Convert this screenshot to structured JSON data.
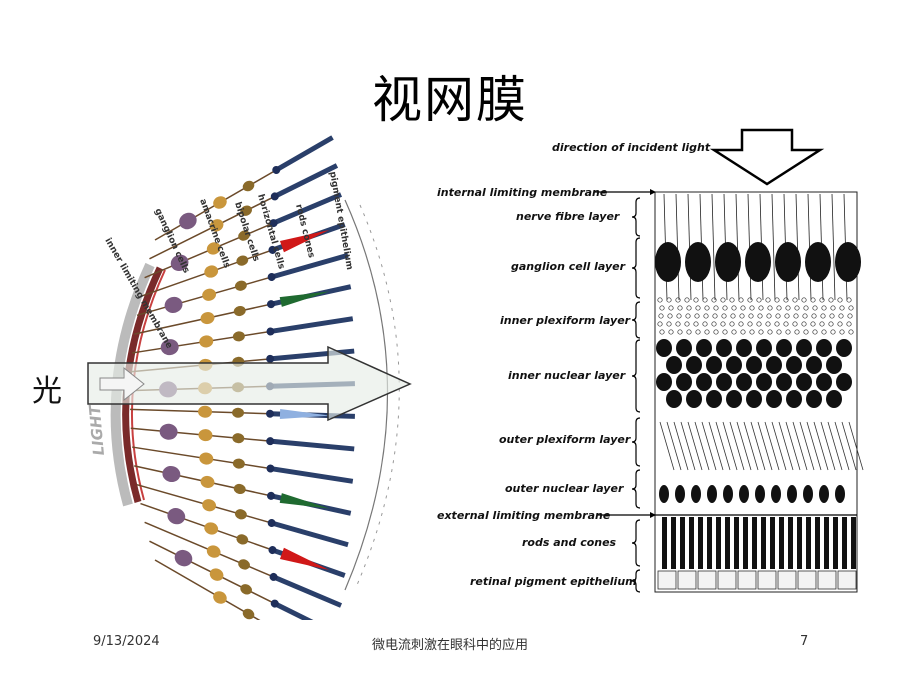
{
  "title": "视网膜",
  "light_label": "光",
  "left_figure": {
    "arc_text": "LIGHT",
    "cell_labels": [
      "inner limiting membrane",
      "ganglion cells",
      "amacrine cells",
      "bipolar cells",
      "horizontal cells",
      "rods cones",
      "pigment epithelium"
    ]
  },
  "right_figure": {
    "incident_light": "direction of incident light",
    "layers": [
      "internal limiting membrane",
      "nerve fibre layer",
      "ganglion cell layer",
      "inner plexiform layer",
      "inner nuclear layer",
      "outer plexiform layer",
      "outer nuclear layer",
      "external limiting membrane",
      "rods and cones",
      "retinal pigment epithelium"
    ]
  },
  "footer": {
    "date": "9/13/2024",
    "subject": "微电流刺激在眼科中的应用",
    "page": "7"
  }
}
